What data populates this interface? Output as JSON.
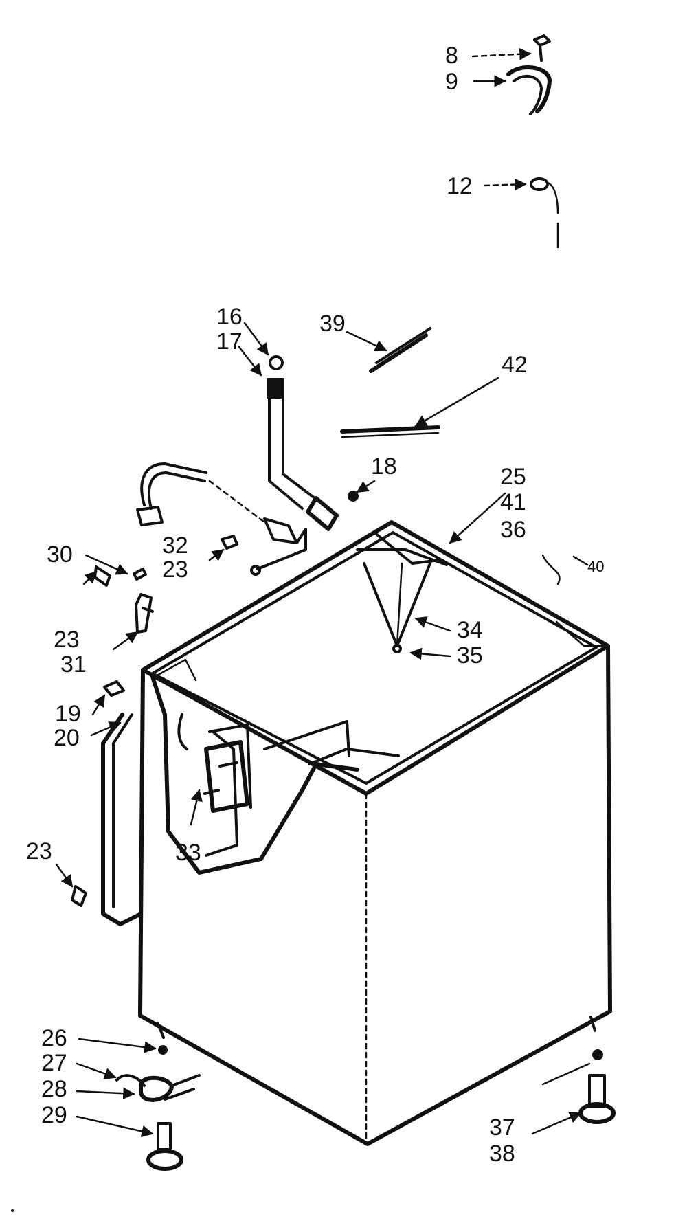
{
  "labels": {
    "l8": "8",
    "l9": "9",
    "l12": "12",
    "l16": "16",
    "l17": "17",
    "l39": "39",
    "l42": "42",
    "l18": "18",
    "l25": "25",
    "l41": "41",
    "l36": "36",
    "l40": "40",
    "l30": "30",
    "l32": "32",
    "l23a": "23",
    "l23b": "23",
    "l31": "31",
    "l34": "34",
    "l35": "35",
    "l19": "19",
    "l20": "20",
    "l33": "33",
    "l23c": "23",
    "l26": "26",
    "l27": "27",
    "l28": "28",
    "l29": "29",
    "l37": "37",
    "l38": "38"
  }
}
